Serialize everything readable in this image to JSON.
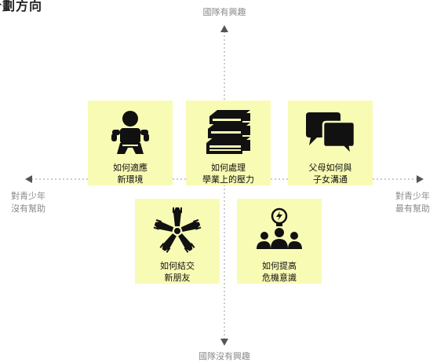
{
  "title": "計劃方向",
  "axes": {
    "top": "國隊有興趣",
    "bottom": "國隊沒有興趣",
    "left": "對青少年\n沒有幫助",
    "right": "對青少年\n最有幫助"
  },
  "cards": [
    {
      "label": "如何適應\n新環境",
      "icon": "baby-icon"
    },
    {
      "label": "如何處理\n學業上的壓力",
      "icon": "books-icon"
    },
    {
      "label": "父母如何與\n子女溝通",
      "icon": "chat-bubbles-icon"
    },
    {
      "label": "如何結交\n新朋友",
      "icon": "hands-circle-icon"
    },
    {
      "label": "如何提高\n危機意識",
      "icon": "team-idea-icon"
    }
  ],
  "colors": {
    "card": "#f8fbb4",
    "axis": "#9a9a9a",
    "arrow": "#555555",
    "icon": "#111111"
  }
}
